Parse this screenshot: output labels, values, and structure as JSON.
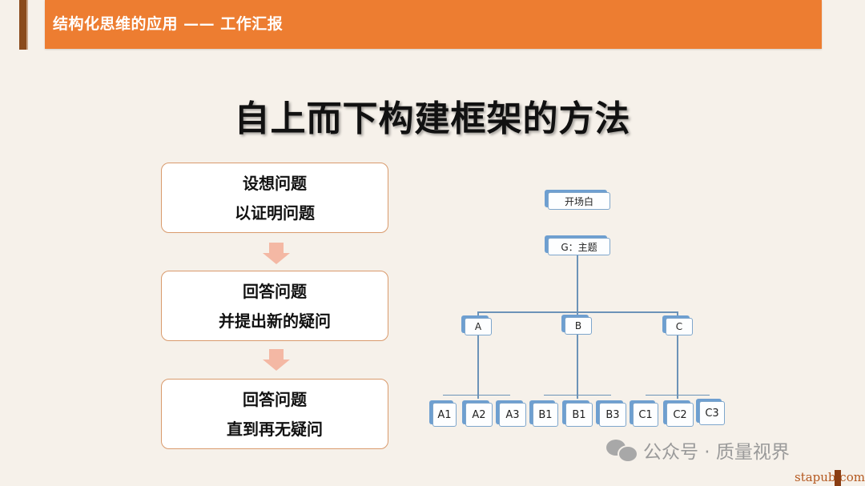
{
  "header": {
    "title": "结构化思维的应用 —— 工作汇报",
    "band_color": "#ed7d31"
  },
  "slide": {
    "title": "自上而下构建框架的方法"
  },
  "steps": [
    {
      "line1": "设想问题",
      "line2": "以证明问题"
    },
    {
      "line1": "回答问题",
      "line2": "并提出新的疑问"
    },
    {
      "line1": "回答问题",
      "line2": "直到再无疑问"
    }
  ],
  "tree": {
    "opening": "开场白",
    "theme": "G：主题",
    "level1": [
      "A",
      "B",
      "C"
    ],
    "level2": [
      [
        "A1",
        "A2",
        "A3"
      ],
      [
        "B1",
        "B1",
        "B3"
      ],
      [
        "C1",
        "C2",
        "C3"
      ]
    ]
  },
  "watermark": {
    "icon": "wechat-icon",
    "text": "公众号 · 质量视界"
  },
  "site": {
    "text": "stapub.com"
  }
}
